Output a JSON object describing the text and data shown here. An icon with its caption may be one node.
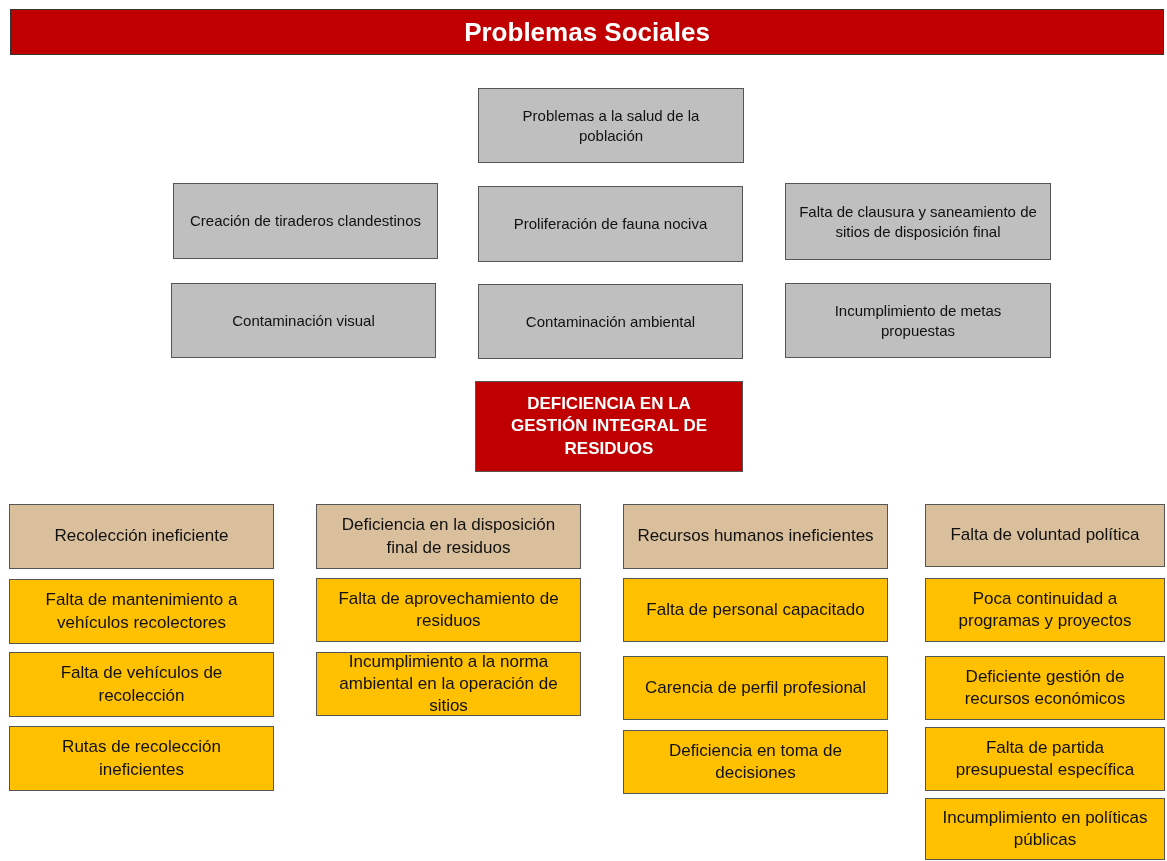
{
  "diagram": {
    "title": "Problemas Sociales",
    "nodes": [
      {
        "text": [
          "Problemas a la salud de la población"
        ]
      },
      {
        "text": [
          "Creación de tiraderos clandestinos"
        ]
      },
      {
        "text": [
          "Proliferación de fauna nociva"
        ]
      },
      {
        "text": [
          "Falta de clausura y saneamiento de sitios de disposición final"
        ]
      },
      {
        "text": [
          "Contaminación visual"
        ]
      },
      {
        "text": [
          "Contaminación ambiental"
        ]
      },
      {
        "text": [
          "Incumplimiento de metas propuestas"
        ]
      },
      {
        "text": [
          "DEFICIENCIA EN LA GESTIÓN INTEGRAL DE RESIDUOS"
        ]
      },
      {
        "text": [
          "Recolección ineficiente"
        ]
      },
      {
        "text": [
          "Falta de mantenimiento a vehículos recolectores"
        ]
      },
      {
        "text": [
          "Falta de vehículos de recolección"
        ]
      },
      {
        "text": [
          "Rutas de recolección ineficientes"
        ]
      },
      {
        "text": [
          "Deficiencia en la disposición final de residuos"
        ]
      },
      {
        "text": [
          "Falta de aprovechamiento de residuos"
        ]
      },
      {
        "text": [
          "Incumplimiento a la norma ambiental en la operación de sitios"
        ]
      },
      {
        "text": [
          "Recursos humanos ineficientes"
        ]
      },
      {
        "text": [
          "Falta de personal capacitado"
        ]
      },
      {
        "text": [
          "Carencia de perfil profesional"
        ]
      },
      {
        "text": [
          "Deficiencia en toma de decisiones"
        ]
      },
      {
        "text": [
          "Falta de voluntad política"
        ]
      },
      {
        "text": [
          "Poca continuidad a programas y proyectos"
        ]
      },
      {
        "text": [
          "Deficiente gestión de recursos económicos"
        ]
      },
      {
        "text": [
          "Falta de partida presupuestal específica"
        ]
      },
      {
        "text": [
          "Incumplimiento en políticas públicas"
        ]
      }
    ]
  }
}
